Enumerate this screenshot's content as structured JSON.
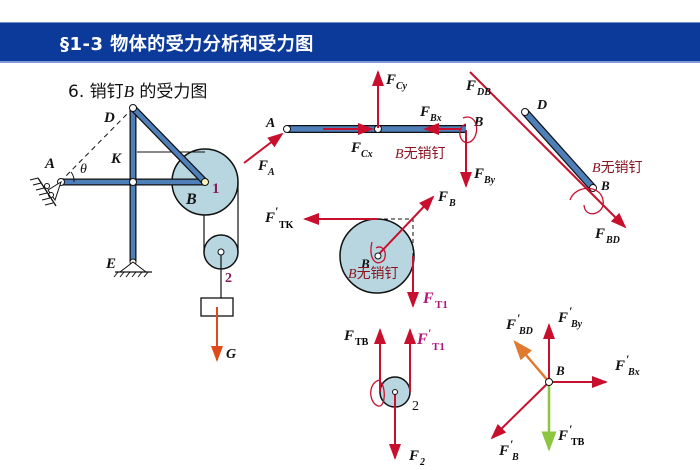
{
  "slide": {
    "header": {
      "title": "§1-3 物体的受力分析和受力图",
      "background": "#0b3a9a"
    },
    "subtitle": {
      "prefix": "6. 销钉",
      "var": "B",
      "suffix": " 的受力图"
    }
  },
  "colors": {
    "member": "#4f7fb8",
    "pulley": "#b8d6e0",
    "force": "#c8102e",
    "force_alt_orange": "#e07a30",
    "force_alt_green": "#8cc63f",
    "annotation": "#8a1420",
    "magenta_label": "#b0157a"
  },
  "diagram": {
    "structure_labels": {
      "D": "D",
      "K": "K",
      "A": "A",
      "theta": "θ",
      "B": "B",
      "E": "E",
      "pulley1": "1",
      "pulley2": "2",
      "G": "G"
    },
    "beam_AB": {
      "labels": {
        "A": "A",
        "B": "B"
      },
      "forces": [
        "F_A",
        "F_Cy",
        "F_Cx",
        "F_Bx",
        "F_By"
      ],
      "note": "B无销钉"
    },
    "rod_DB": {
      "labels": {
        "D": "D",
        "B": "B"
      },
      "forces": [
        "F_DB",
        "F_BD"
      ],
      "note": "B无销钉"
    },
    "pulley_1": {
      "labels": {
        "B": "B"
      },
      "forces": [
        "F'_TK",
        "F_B",
        "F_T1"
      ],
      "note": "B无销钉"
    },
    "pulley_2": {
      "labels": {
        "num": "2"
      },
      "forces": [
        "F_TB",
        "F'_T1",
        "F_2"
      ]
    },
    "pin_B": {
      "labels": {
        "B": "B"
      },
      "forces": [
        "F'_BD",
        "F'_By",
        "F'_Bx",
        "F'_B",
        "F'_TB"
      ]
    }
  },
  "text": {
    "F": "F",
    "A": "A",
    "Cy": "Cy",
    "Cx": "Cx",
    "Bx": "Bx",
    "By": "By",
    "DB": "DB",
    "BD": "BD",
    "TK": "TK",
    "B": "B",
    "T1": "T1",
    "TB": "TB",
    "sub2": "2",
    "note": "B无销钉",
    "noteB": "B",
    "noteTail": "无销钉",
    "D": "D",
    "E": "E",
    "K": "K",
    "theta": "θ",
    "one": "1",
    "two": "2",
    "G": "G",
    "prime": "′"
  }
}
